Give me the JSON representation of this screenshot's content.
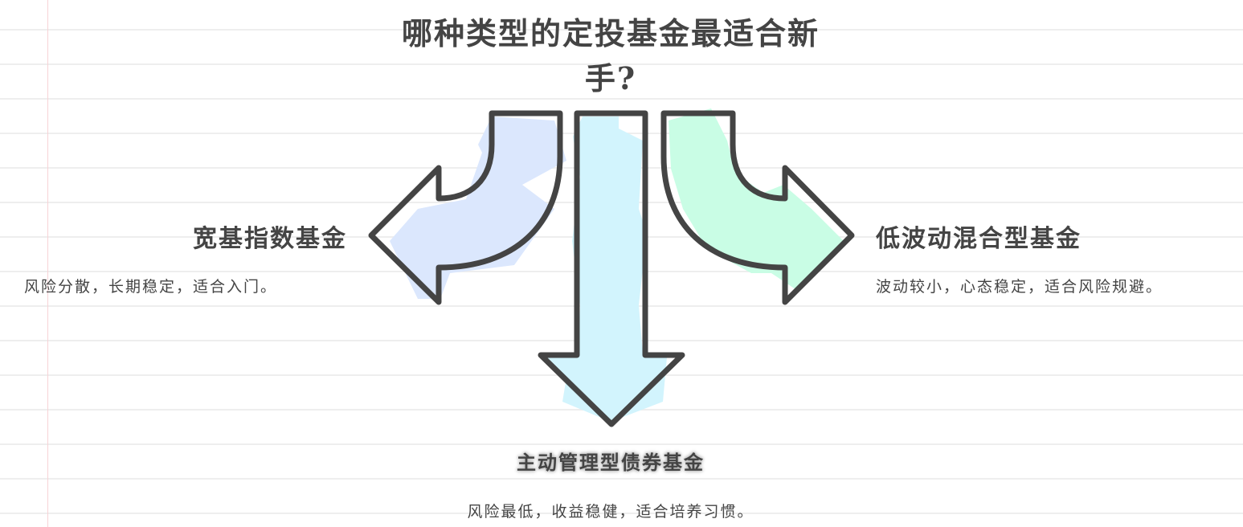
{
  "title": {
    "line1": "哪种类型的定投基金最适合新",
    "line2": "手?"
  },
  "options": [
    {
      "id": "left",
      "direction": "left",
      "label": "宽基指数基金",
      "description": "风险分散，长期稳定，适合入门。",
      "fill_color": "#dbe7fd"
    },
    {
      "id": "bottom",
      "direction": "down",
      "label": "主动管理型债券基金",
      "description": "风险最低，收益稳健，适合培养习惯。",
      "fill_color": "#d2f4fd"
    },
    {
      "id": "right",
      "direction": "right",
      "label": "低波动混合型基金",
      "description": "波动较小，心态稳定，适合风险规避。",
      "fill_color": "#c9fde5"
    }
  ],
  "colors": {
    "outline": "#444444",
    "text": "#444444",
    "ruled_line": "#eeeeee",
    "margin_line": "#f7d3d6",
    "background": "#ffffff"
  }
}
